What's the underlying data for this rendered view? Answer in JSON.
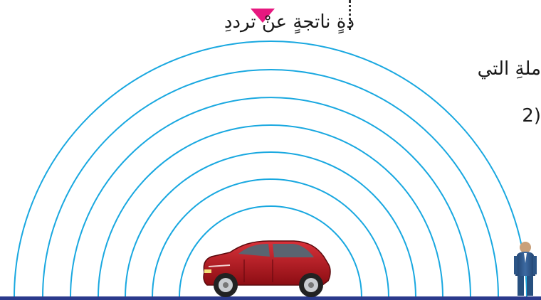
{
  "text_lines": [
    "دةٍ ناتجةٍ عنْ ترددِ",
    "ملةِ التي",
    "(2"
  ],
  "colors": {
    "waves": "#19a8e0",
    "marker": "#e6187f",
    "ground": "#2b3a8c",
    "car_body": "#b3141c"
  },
  "icons": {
    "car": "car-icon",
    "person": "person-icon",
    "marker": "triangle-down-icon"
  }
}
